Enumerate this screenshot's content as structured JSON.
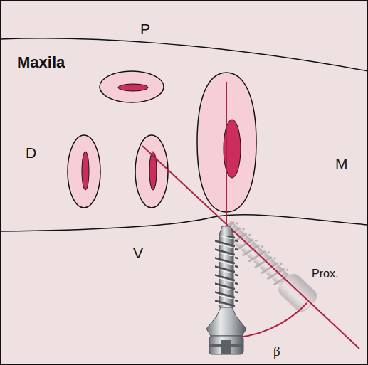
{
  "diagram": {
    "labels": [
      "P",
      "Maxila",
      "D",
      "M",
      "V",
      "Prox.",
      "β"
    ]
  }
}
